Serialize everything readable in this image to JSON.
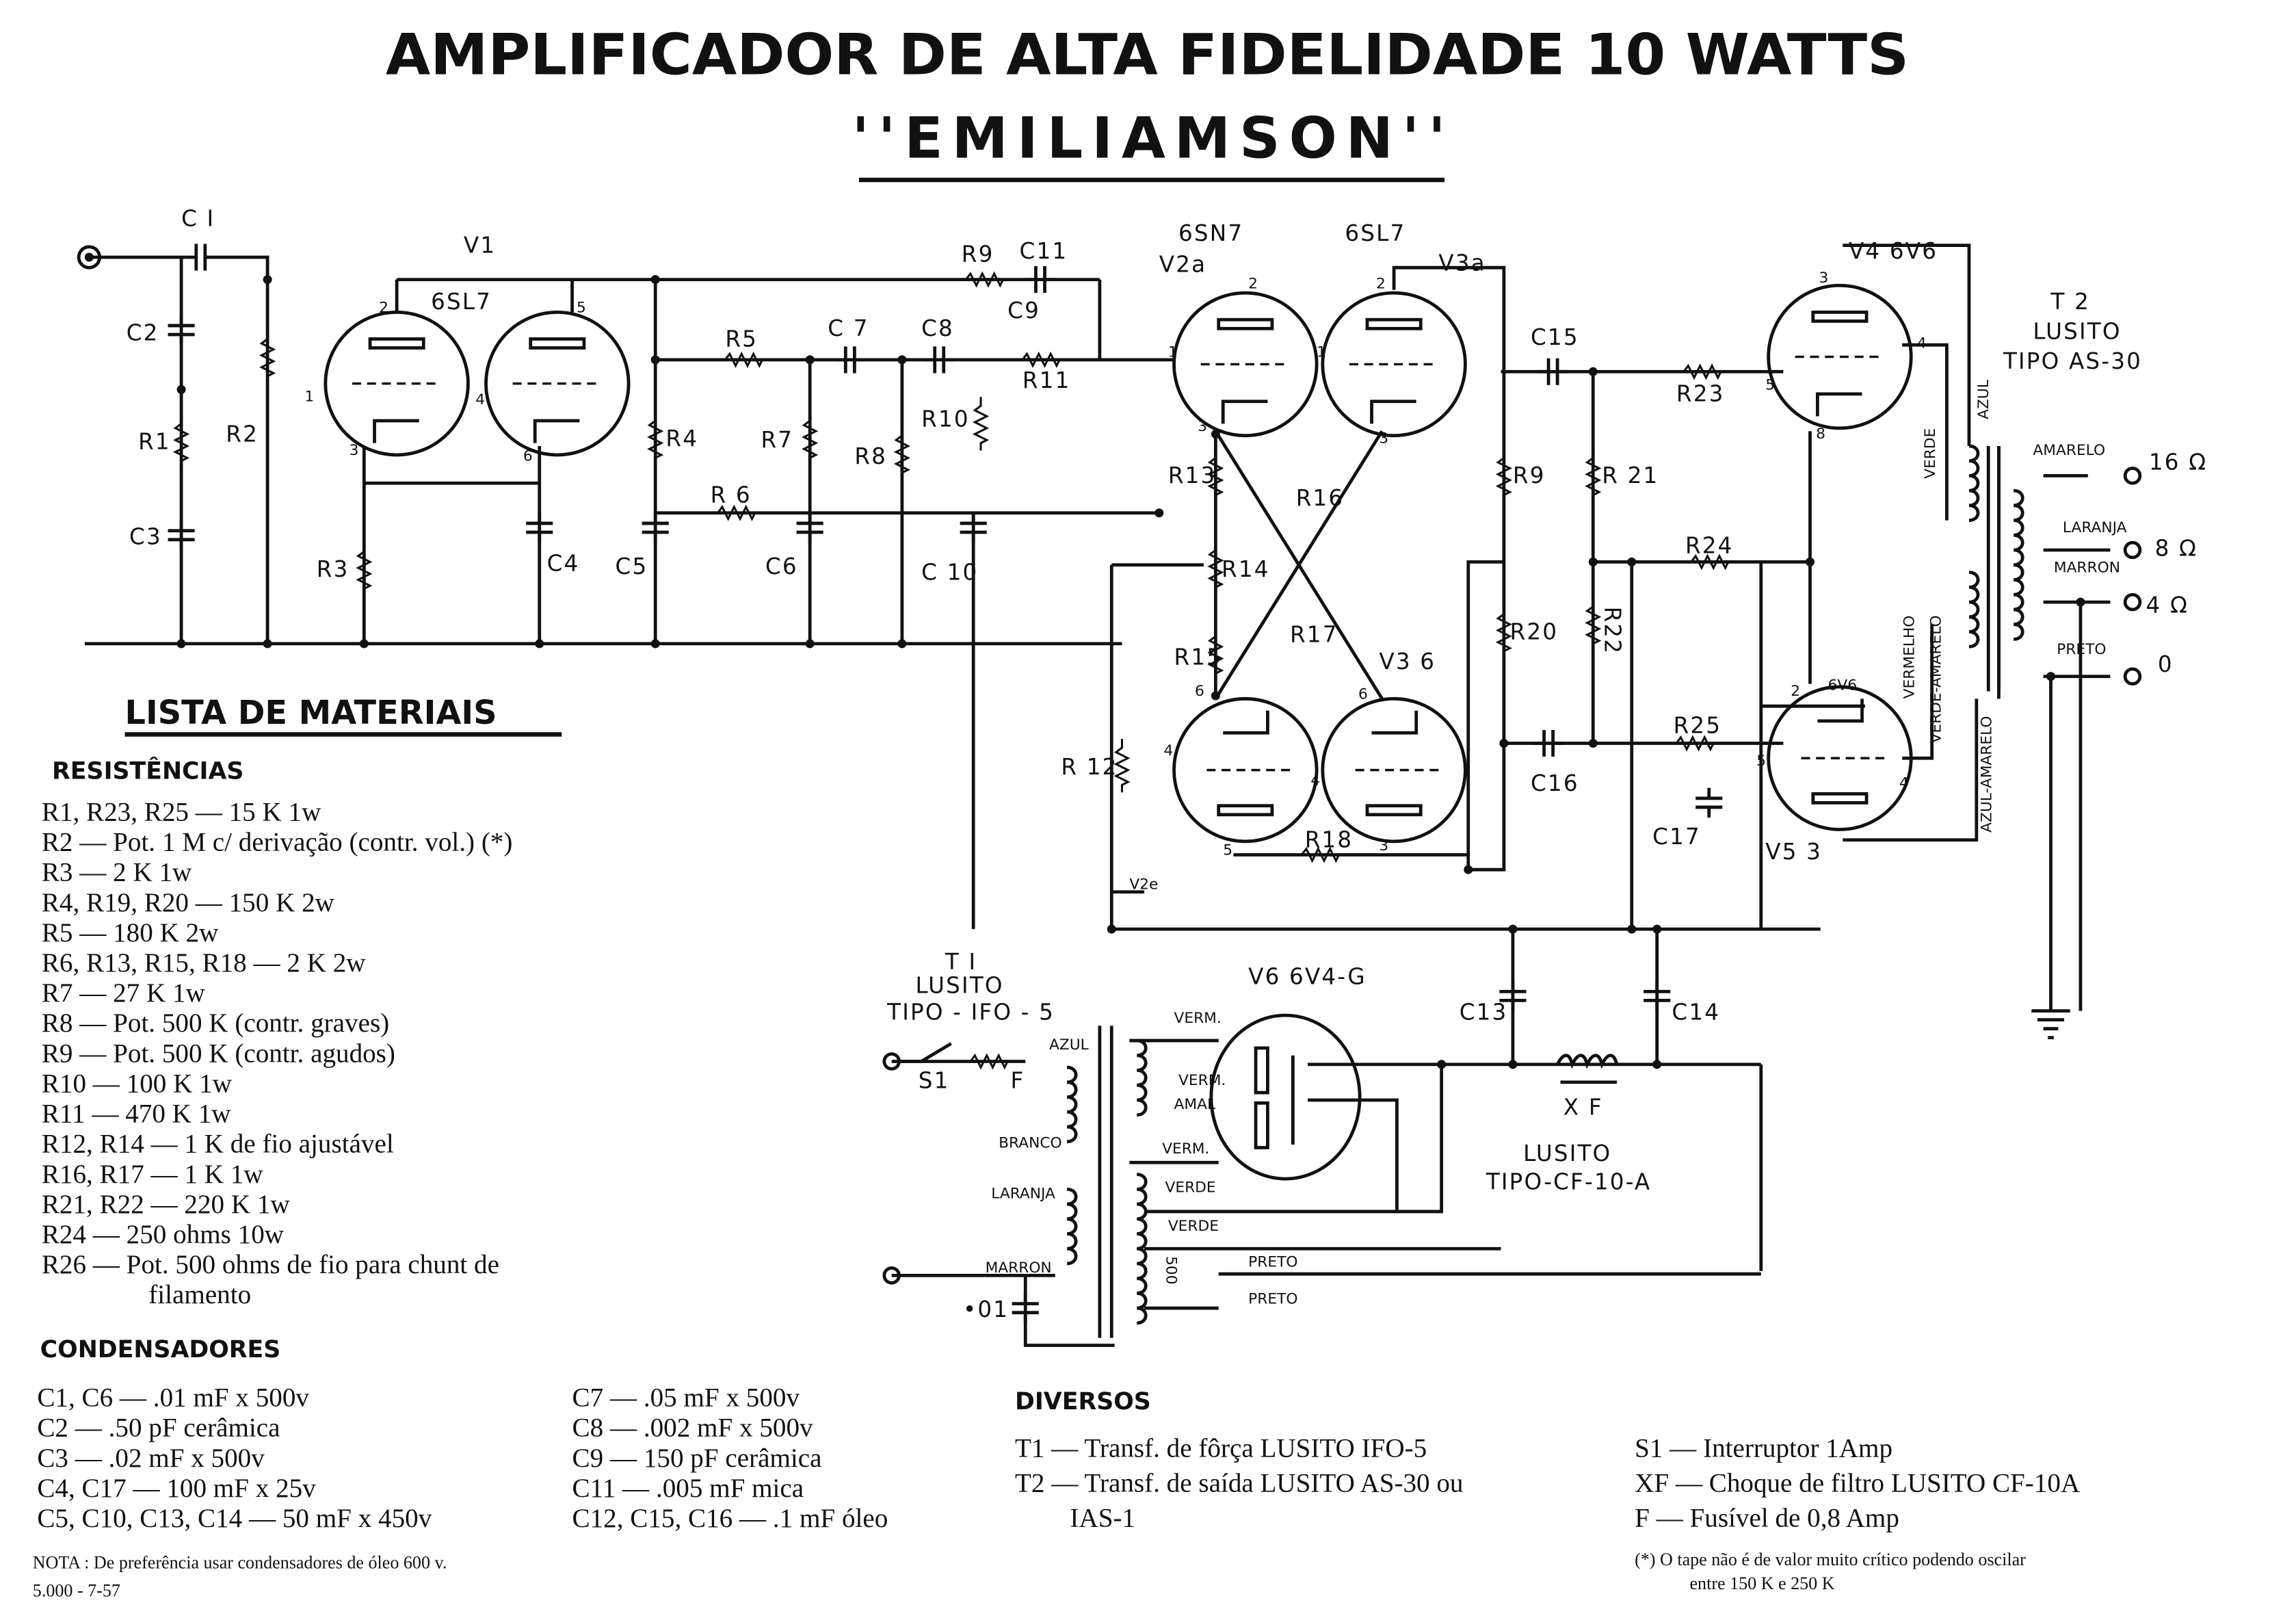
{
  "title": "AMPLIFICADOR DE ALTA FIDELIDADE 10 WATTS",
  "subtitle": "''EMILIAMSON''",
  "schematic": {
    "C1": "C I",
    "C2": "C2",
    "C3": "C3",
    "C4": "C4",
    "C5": "C5",
    "C6": "C6",
    "C7": "C 7",
    "C8": "C8",
    "C9": "C9",
    "C10": "C 10",
    "C11": "C11",
    "C13": "C13",
    "C14": "C14",
    "C15": "C15",
    "C16": "C16",
    "C17": "C17",
    "R1": "R1",
    "R2": "R2",
    "R3": "R3",
    "R4": "R4",
    "R5": "R5",
    "R6": "R 6",
    "R7": "R7",
    "R8": "R8",
    "R9": "R9",
    "R10": "R10",
    "R11": "R11",
    "R12": "R 12",
    "R13": "R13",
    "R14": "R14",
    "R15": "R15",
    "R16": "R16",
    "R17": "R17",
    "R18": "R18",
    "R19": "R9",
    "R20": "R20",
    "R21": "R 21",
    "R22": "R22",
    "R23": "R23",
    "R24": "R24",
    "R25": "R25",
    "V1": "V1",
    "V1_type": "6SL7",
    "V2a": "V2a",
    "V2_type": "6SN7",
    "V3a": "V3a",
    "V3_type": "6SL7",
    "V3b": "V3 6",
    "V2e": "V2e",
    "V4": "V4 6V6",
    "V5": "V5 3",
    "V5_type": "6V6",
    "V6": "V6 6V4-G",
    "pins": [
      "2",
      "5",
      "1",
      "4",
      "3",
      "6",
      "2",
      "2",
      "1",
      "1",
      "3",
      "3",
      "3",
      "6",
      "6",
      "4",
      "4",
      "5",
      "3",
      "3",
      "4",
      "5",
      "8",
      "2",
      "4",
      "5",
      "3"
    ],
    "T2": {
      "name": "T 2",
      "brand": "LUSITO",
      "type": "TIPO AS-30",
      "wires": [
        "AZUL",
        "VERDE",
        "VERMELHO",
        "VERDE-AMARELO",
        "AZUL-AMARELO"
      ],
      "outputs": [
        {
          "color": "AMARELO",
          "imp": "16 Ω"
        },
        {
          "color": "LARANJA",
          "imp": "8 Ω"
        },
        {
          "color": "MARRON",
          "imp": "4 Ω"
        },
        {
          "color": "PRETO",
          "imp": "0"
        }
      ]
    },
    "T1": {
      "name": "T I",
      "brand": "LUSITO",
      "type": "TIPO - IFO - 5",
      "wires": [
        "AZUL",
        "BRANCO",
        "LARANJA",
        "MARRON",
        "VERM.",
        "VERM.",
        "AMAL",
        "VERM.",
        "VERDE",
        "VERDE",
        "PRETO",
        "PRETO"
      ],
      "pot": "500",
      "cap": "•01"
    },
    "S1": "S1",
    "F": "F",
    "XF": "X F",
    "XF_brand": "LUSITO",
    "XF_type": "TIPO-CF-10-A"
  },
  "materials": {
    "title": "LISTA DE MATERIAIS",
    "resistors_heading": "RESISTÊNCIAS",
    "resistors": [
      "R1, R23, R25 — 15 K 1w",
      "R2 — Pot. 1 M c/ derivação (contr. vol.) (*)",
      "R3 — 2 K 1w",
      "R4, R19, R20 — 150 K 2w",
      "R5 — 180 K 2w",
      "R6, R13, R15, R18 — 2 K 2w",
      "R7 — 27 K 1w",
      "R8 — Pot. 500 K (contr. graves)",
      "R9 — Pot. 500 K (contr. agudos)",
      "R10 — 100 K 1w",
      "R11 — 470 K 1w",
      "R12, R14 — 1 K de fio ajustável",
      "R16, R17 — 1 K 1w",
      "R21, R22 — 220 K 1w",
      "R24 — 250 ohms 10w",
      "R26 — Pot. 500 ohms de fio para chunt de",
      "filamento"
    ],
    "capacitors_heading": "CONDENSADORES",
    "capacitors_col1": [
      "C1, C6 — .01 mF x 500v",
      "C2 — .50 pF cerâmica",
      "C3 — .02 mF x 500v",
      "C4, C17 — 100 mF x 25v",
      "C5, C10, C13, C14 — 50 mF x 450v"
    ],
    "capacitors_col2": [
      "C7 — .05 mF x 500v",
      "C8 — .002 mF x 500v",
      "C9 — 150 pF cerâmica",
      "C11 — .005 mF mica",
      "C12, C15, C16 — .1 mF óleo"
    ],
    "note": "NOTA : De preferência usar condensadores de óleo 600 v.",
    "print_code": "5.000 - 7-57",
    "misc_heading": "DIVERSOS",
    "misc_col1": [
      "T1 — Transf. de fôrça LUSITO IFO-5",
      "T2 — Transf. de saída LUSITO AS-30 ou",
      "IAS-1"
    ],
    "misc_col2": [
      "S1 — Interruptor 1Amp",
      "XF — Choque de filtro LUSITO CF-10A",
      "F — Fusível de 0,8 Amp"
    ],
    "footnote": [
      "(*) O tape não é de valor muito crítico podendo oscilar",
      "entre 150 K e 250 K"
    ]
  }
}
